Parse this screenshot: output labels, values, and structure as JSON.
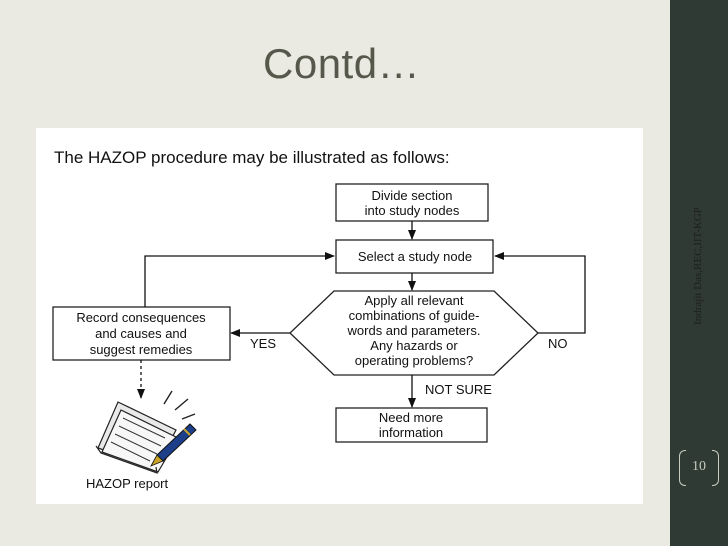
{
  "slide": {
    "title": "Contd…",
    "side_credit": "Indrajit Das,REC,IIT-KGP",
    "page_number": "10"
  },
  "diagram": {
    "intro": "The HAZOP procedure may be illustrated as follows:",
    "nodes": {
      "divide": [
        "Divide section",
        "into study nodes"
      ],
      "select": "Select a study node",
      "apply": [
        "Apply all relevant",
        "combinations of guide-",
        "words and parameters.",
        "Any hazards or",
        "operating problems?"
      ],
      "record": [
        "Record consequences",
        "and causes and",
        "suggest remedies"
      ],
      "need": [
        "Need more",
        "information"
      ],
      "report": "HAZOP report"
    },
    "edges": {
      "yes": "YES",
      "no": "NO",
      "not_sure": "NOT SURE"
    }
  }
}
